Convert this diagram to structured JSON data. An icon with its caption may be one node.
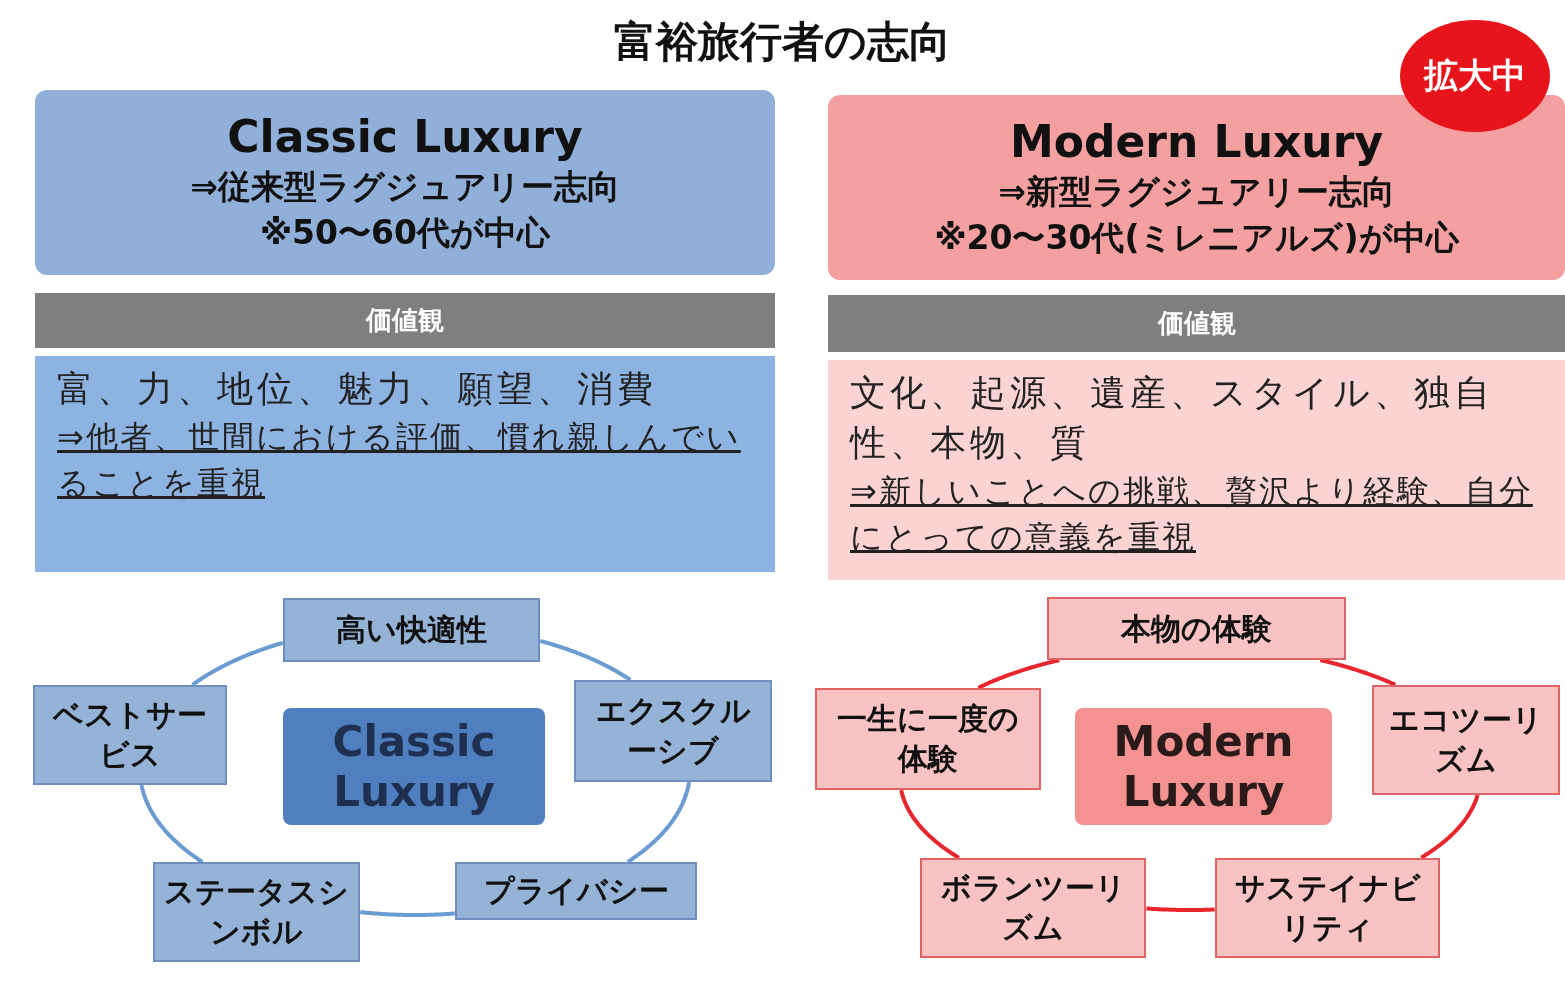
{
  "diagram": {
    "title": "富裕旅行者の志向",
    "nodes": [
      {
        "text": [
          "Classic Luxury",
          "⇒従来型ラグジュアリー志向",
          "※50〜60代が中心"
        ]
      },
      {
        "text": [
          "価値観"
        ]
      },
      {
        "text": [
          "富、力、地位、魅力、願望、消費",
          "⇒他者、世間における評価、慣れ親しんでいることを重視"
        ]
      },
      {
        "text": [
          "Modern Luxury",
          "⇒新型ラグジュアリー志向",
          "※20〜30代(ミレニアルズ)が中心"
        ]
      },
      {
        "text": [
          "拡大中"
        ]
      },
      {
        "text": [
          "価値観"
        ]
      },
      {
        "text": [
          "文化、起源、遺産、スタイル、独自性、本物、質",
          "⇒新しいことへの挑戦、贅沢より経験、自分にとっての意義を重視"
        ]
      },
      {
        "text": [
          "高い快適性"
        ]
      },
      {
        "text": [
          "ベストサービス"
        ]
      },
      {
        "text": [
          "Classic Luxury"
        ]
      },
      {
        "text": [
          "エクスクルーシブ"
        ]
      },
      {
        "text": [
          "ステータスシンボル"
        ]
      },
      {
        "text": [
          "プライバシー"
        ]
      },
      {
        "text": [
          "本物の体験"
        ]
      },
      {
        "text": [
          "一生に一度の体験"
        ]
      },
      {
        "text": [
          "Modern Luxury"
        ]
      },
      {
        "text": [
          "エコツーリズム"
        ]
      },
      {
        "text": [
          "ボランツーリズム"
        ]
      },
      {
        "text": [
          "サステイナビリティ"
        ]
      }
    ],
    "edges": [
      {
        "from": 7,
        "to": 10,
        "arrow": "none"
      },
      {
        "from": 10,
        "to": 12,
        "arrow": "none"
      },
      {
        "from": 12,
        "to": 11,
        "arrow": "none"
      },
      {
        "from": 11,
        "to": 8,
        "arrow": "none"
      },
      {
        "from": 8,
        "to": 7,
        "arrow": "none"
      },
      {
        "from": 13,
        "to": 16,
        "arrow": "none",
        "color": "#e8242c"
      },
      {
        "from": 16,
        "to": 18,
        "arrow": "none",
        "color": "#e8242c"
      },
      {
        "from": 18,
        "to": 17,
        "arrow": "none",
        "color": "#e8242c"
      },
      {
        "from": 17,
        "to": 14,
        "arrow": "none",
        "color": "#e8242c"
      },
      {
        "from": 14,
        "to": 13,
        "arrow": "none",
        "color": "#e8242c"
      }
    ]
  }
}
